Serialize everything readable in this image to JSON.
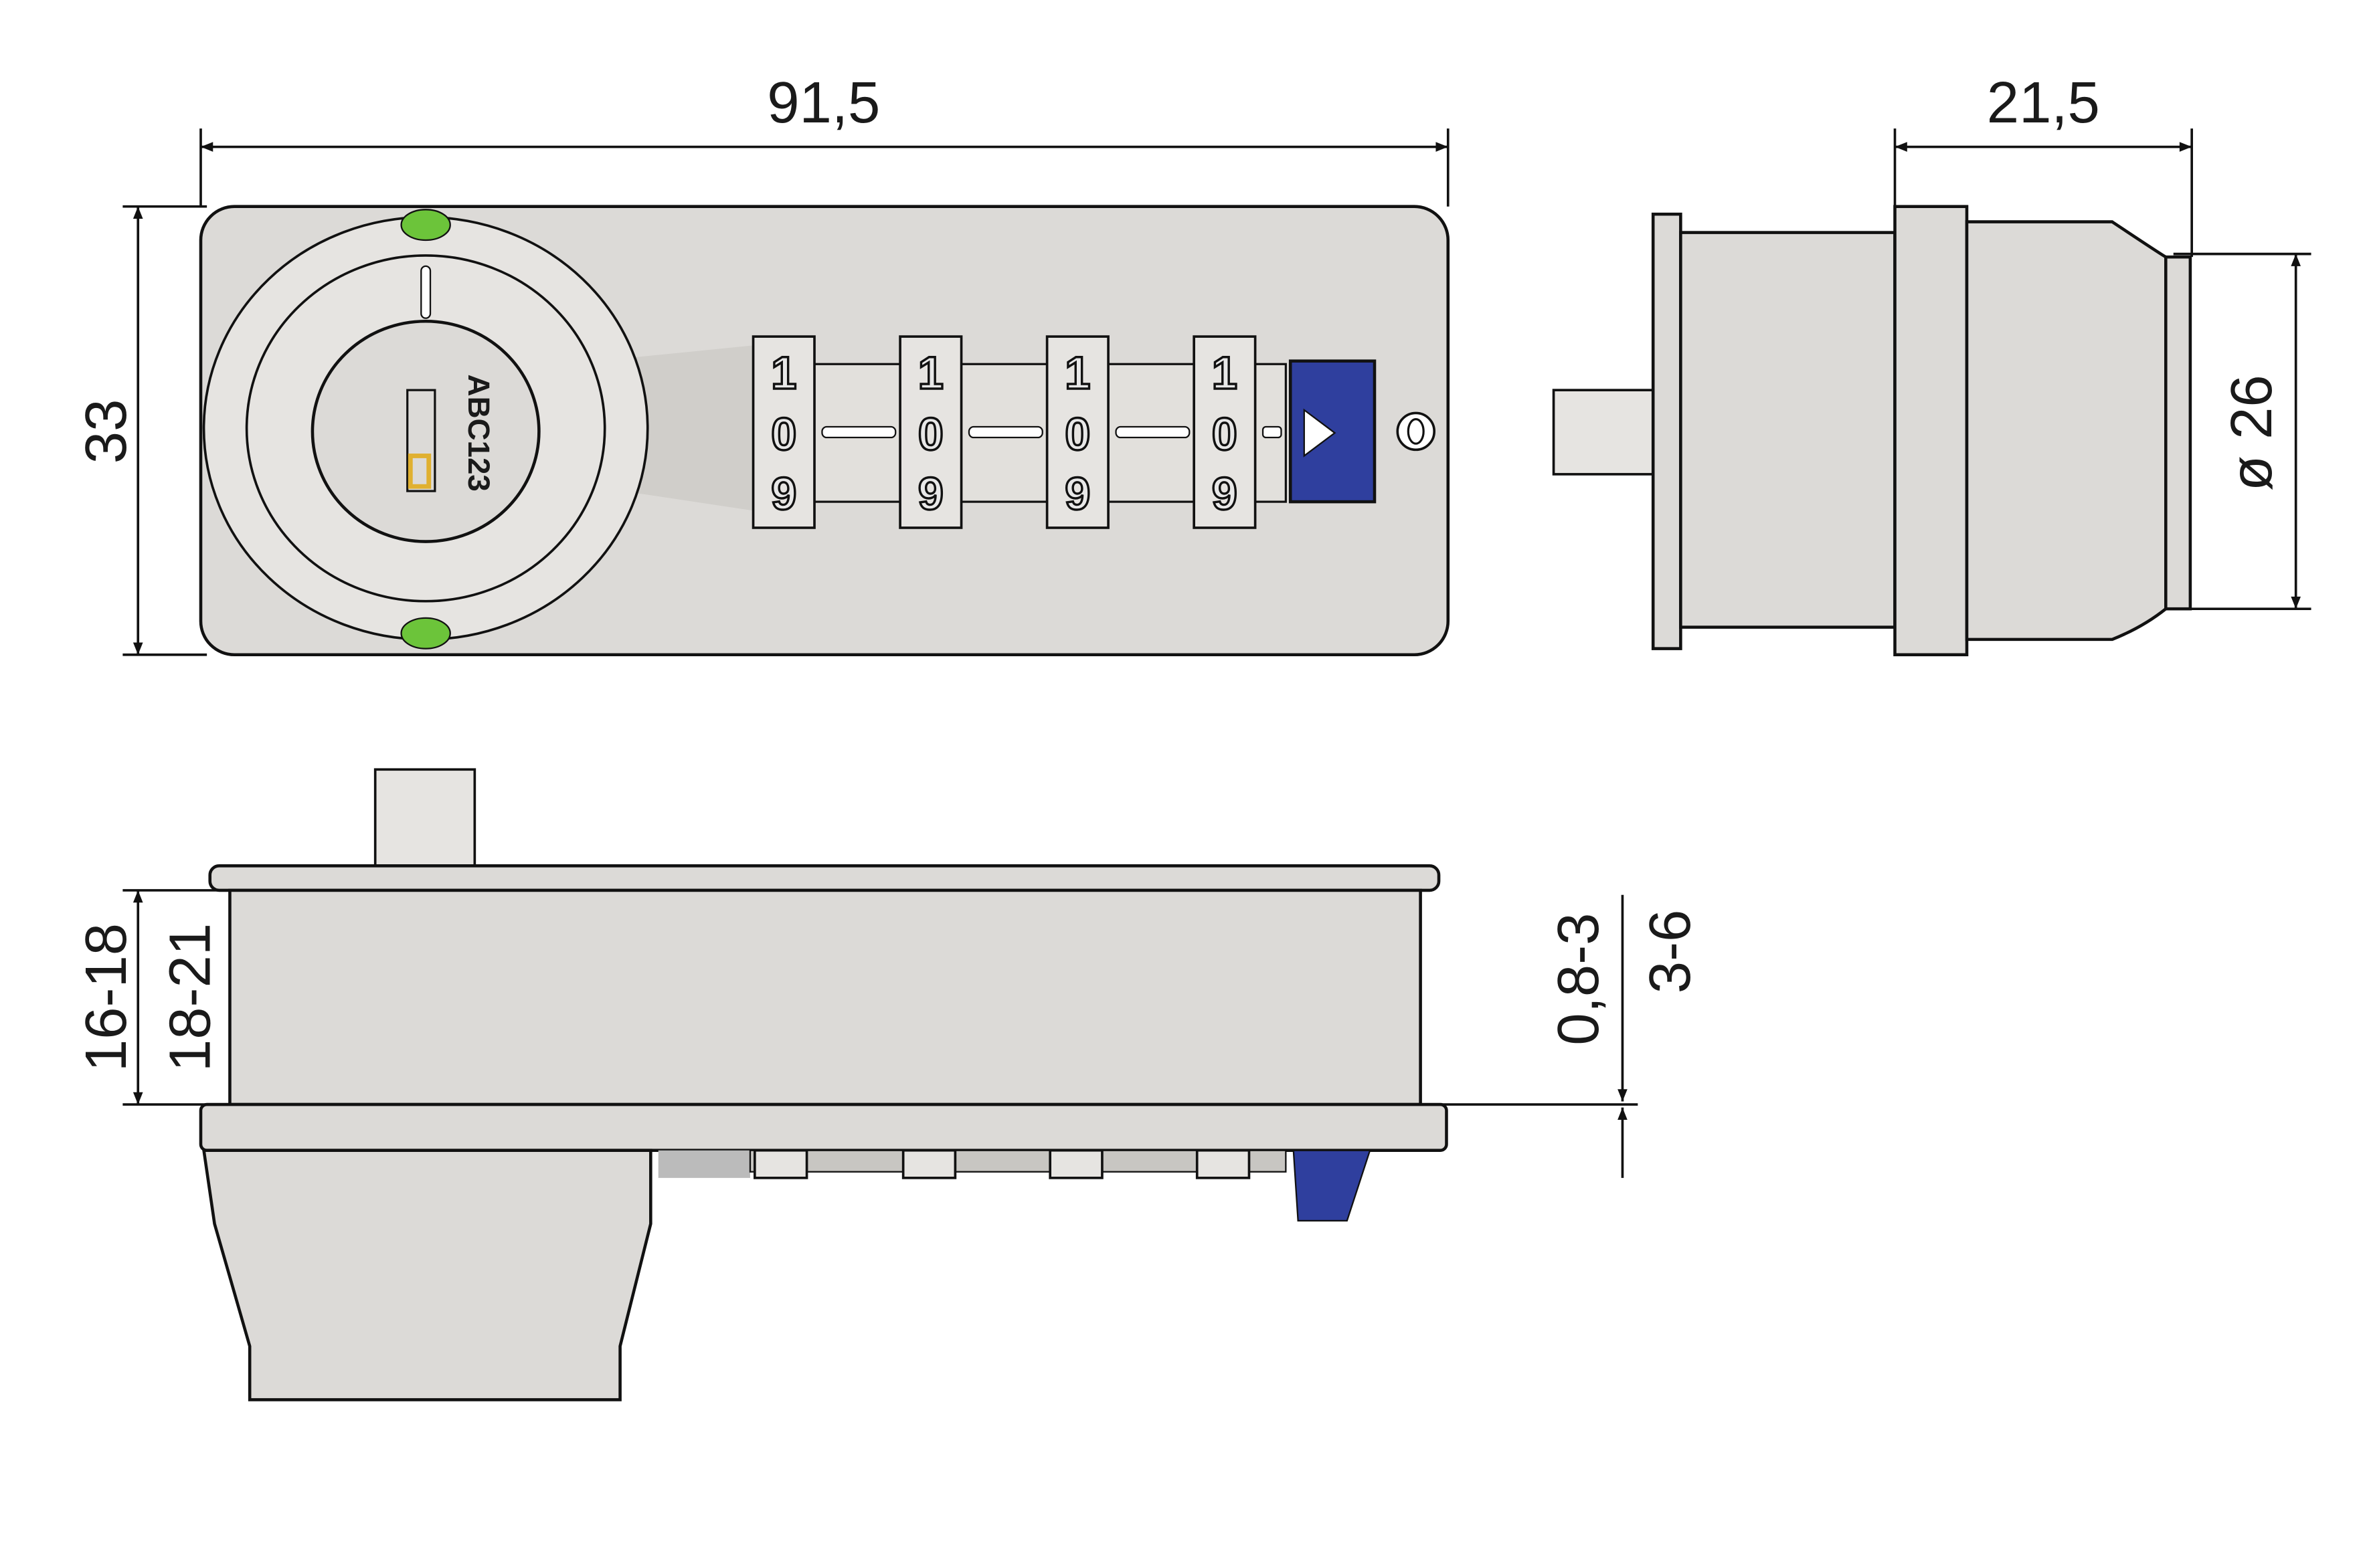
{
  "dimensions": {
    "width": "91,5",
    "height": "33",
    "depth": "21,5",
    "diameter": "ø 26",
    "body_height_a": "16-18",
    "body_height_b": "18-21",
    "panel_thickness_a": "0,8-3",
    "panel_thickness_b": "3-6"
  },
  "lock": {
    "key_code": "ABC123",
    "wheels": [
      {
        "top": "1",
        "mid": "0",
        "bottom": "9"
      },
      {
        "top": "1",
        "mid": "0",
        "bottom": "9"
      },
      {
        "top": "1",
        "mid": "0",
        "bottom": "9"
      },
      {
        "top": "1",
        "mid": "0",
        "bottom": "9"
      }
    ]
  },
  "colors": {
    "body": "#dcdad7",
    "button": "#2f3f9e",
    "indicator": "#6cc43a",
    "key": "#e0b030"
  }
}
